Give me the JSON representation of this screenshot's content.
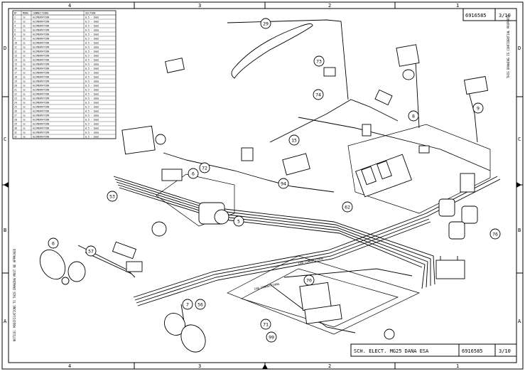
{
  "drawing": {
    "number": "6916585",
    "sheet": "3/10",
    "title": "SCH. ELECT. MG25 DANA ESA",
    "columns": [
      "4",
      "3",
      "2",
      "1"
    ],
    "rows": [
      "D",
      "C",
      "B",
      "A"
    ],
    "zone_labels": {
      "cab": "CAB CONNECTIONS",
      "cab2": "CAB CONNECTIONS"
    },
    "callouts": [
      "29",
      "73",
      "74",
      "8",
      "9",
      "15",
      "6",
      "72",
      "53",
      "62",
      "76",
      "70",
      "71",
      "99",
      "7",
      "56",
      "57",
      "5",
      "94",
      "6"
    ]
  },
  "wire_table": {
    "header": [
      "Nº",
      "MODE",
      "CONNECTIONS",
      "SECTION"
    ],
    "rows": [
      [
        "1",
        "1x",
        "ALIMENTATION",
        "0.5 - 1mm2"
      ],
      [
        "3",
        "1x",
        "ALIMENTATION",
        "0.5 - 1mm2"
      ],
      [
        "4",
        "1x",
        "ALIMENTATION",
        "0.5 - 1mm2"
      ],
      [
        "5",
        "1x",
        "ALIMENTATION",
        "0.5 - 1mm2"
      ],
      [
        "8",
        "1x",
        "ALIMENTATION",
        "0.5 - 1mm2"
      ],
      [
        "9",
        "1x",
        "ALIMENTATION",
        "0.5 - 1mm2"
      ],
      [
        "10",
        "1x",
        "ALIMENTATION",
        "0.5 - 1mm2"
      ],
      [
        "11",
        "1x",
        "ALIMENTATION",
        "0.5 - 1mm2"
      ],
      [
        "12",
        "1x",
        "ALIMENTATION",
        "0.5 - 1mm2"
      ],
      [
        "13",
        "1x",
        "ALIMENTATION",
        "0.5 - 1mm2"
      ],
      [
        "14",
        "1x",
        "ALIMENTATION",
        "0.5 - 1mm2"
      ],
      [
        "15",
        "1x",
        "ALIMENTATION",
        "0.5 - 1mm2"
      ],
      [
        "16",
        "1x",
        "ALIMENTATION",
        "0.5 - 1mm2"
      ],
      [
        "17",
        "1x",
        "ALIMENTATION",
        "0.5 - 1mm2"
      ],
      [
        "18",
        "1x",
        "ALIMENTATION",
        "0.5 - 1mm2"
      ],
      [
        "19",
        "1x",
        "ALIMENTATION",
        "0.5 - 1mm2"
      ],
      [
        "20",
        "1x",
        "ALIMENTATION",
        "0.5 - 1mm2"
      ],
      [
        "21",
        "1x",
        "ALIMENTATION",
        "0.5 - 1mm2"
      ],
      [
        "22",
        "1x",
        "ALIMENTATION",
        "0.5 - 1mm2"
      ],
      [
        "23",
        "1x",
        "ALIMENTATION",
        "0.5 - 1mm2"
      ],
      [
        "24",
        "1x",
        "ALIMENTATION",
        "0.5 - 1mm2"
      ],
      [
        "25",
        "1x",
        "ALIMENTATION",
        "0.5 - 1mm2"
      ],
      [
        "26",
        "1x",
        "ALIMENTATION",
        "0.5 - 1mm2"
      ],
      [
        "27",
        "1x",
        "ALIMENTATION",
        "0.5 - 1mm2"
      ],
      [
        "28",
        "1x",
        "ALIMENTATION",
        "0.5 - 1mm2"
      ],
      [
        "29",
        "1x",
        "ALIMENTATION",
        "0.5 - 1mm2"
      ],
      [
        "30",
        "1x",
        "ALIMENTATION",
        "0.5 - 1mm2"
      ],
      [
        "31",
        "1x",
        "ALIMENTATION",
        "0.5 - 1mm2"
      ],
      [
        "32",
        "1x",
        "ALIMENTATION",
        "0.5 - 1mm2"
      ]
    ]
  },
  "margin_notes": {
    "left": "NOTICE: MODIFICATIONS TO THIS DRAWING MUST BE APPROVED",
    "right": "THIS DRAWING IS CONFIDENTIAL PROPERTY"
  }
}
